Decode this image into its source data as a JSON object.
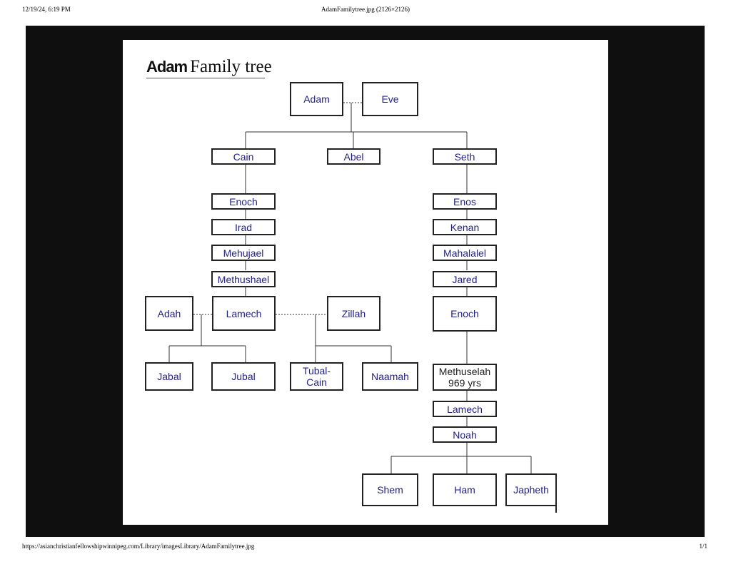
{
  "print_header": {
    "datetime": "12/19/24, 6:19 PM",
    "doc_title": "AdamFamilytree.jpg (2126×2126)"
  },
  "print_footer": {
    "url": "https://asianchristianfellowshipwinnipeg.com/Library/imagesLibrary/AdamFamilytree.jpg",
    "page": "1/1"
  },
  "diagram": {
    "title_bold": "Adam",
    "title_rest": "Family tree",
    "text_color": "#1f1f8f",
    "nodes": {
      "adam": "Adam",
      "eve": "Eve",
      "cain": "Cain",
      "abel": "Abel",
      "seth": "Seth",
      "enoch_cain": "Enoch",
      "irad": "Irad",
      "mehujael": "Mehujael",
      "methushael": "Methushael",
      "adah": "Adah",
      "lamech_cain": "Lamech",
      "zillah": "Zillah",
      "jabal": "Jabal",
      "jubal": "Jubal",
      "tubal_1": "Tubal-",
      "tubal_2": "Cain",
      "naamah": "Naamah",
      "enos": "Enos",
      "kenan": "Kenan",
      "mahalalel": "Mahalalel",
      "jared": "Jared",
      "enoch_seth": "Enoch",
      "methuselah_1": "Methuselah",
      "methuselah_2": "969 yrs",
      "lamech_seth": "Lamech",
      "noah": "Noah",
      "shem": "Shem",
      "ham": "Ham",
      "japheth": "Japheth"
    }
  }
}
